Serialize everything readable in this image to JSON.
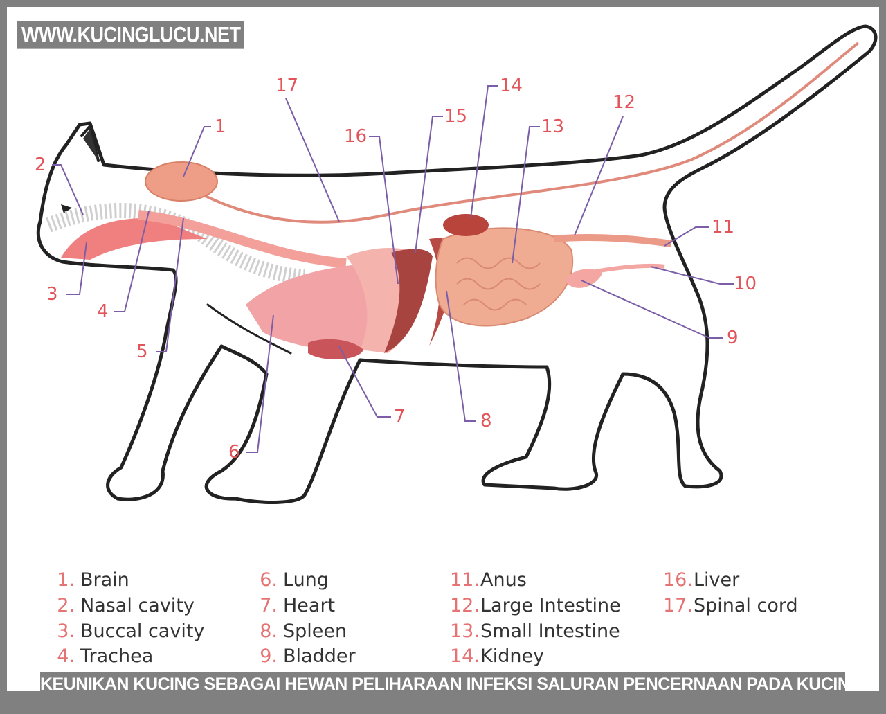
{
  "watermark": "WWW.KUCINGLUCU.NET",
  "caption": "KEUNIKAN KUCING SEBAGAI HEWAN PELIHARAAN INFEKSI SALURAN PENCERNAAN PADA KUCING",
  "diagram_numbers": [
    "1",
    "2",
    "3",
    "4",
    "5",
    "6",
    "7",
    "8",
    "9",
    "10",
    "11",
    "12",
    "13",
    "14",
    "15",
    "16",
    "17"
  ],
  "legend": [
    {
      "num": "1.",
      "label": "Brain"
    },
    {
      "num": "2.",
      "label": "Nasal cavity"
    },
    {
      "num": "3.",
      "label": "Buccal cavity"
    },
    {
      "num": "4.",
      "label": "Trachea"
    },
    {
      "num": "6.",
      "label": "Lung"
    },
    {
      "num": "7.",
      "label": "Heart"
    },
    {
      "num": "8.",
      "label": "Spleen"
    },
    {
      "num": "9.",
      "label": "Bladder"
    },
    {
      "num": "11.",
      "label": "Anus"
    },
    {
      "num": "12.",
      "label": "Large Intestine"
    },
    {
      "num": "13.",
      "label": "Small Intestine"
    },
    {
      "num": "14.",
      "label": "Kidney"
    },
    {
      "num": "16.",
      "label": "Liver"
    },
    {
      "num": "17.",
      "label": "Spinal cord"
    }
  ],
  "colors": {
    "number": "#e0545a",
    "leader": "#7b5ea7",
    "organ": "#f0a08c",
    "outline": "#222222"
  }
}
